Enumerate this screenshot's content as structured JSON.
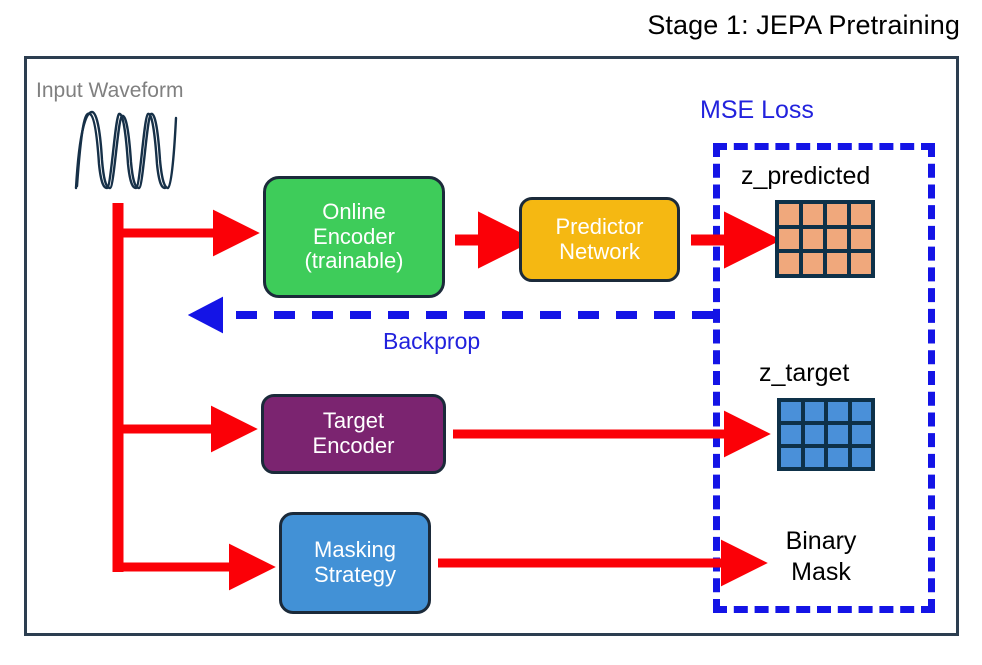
{
  "title": "Stage 1: JEPA Pretraining",
  "frame": {
    "border_color": "#2c3e50"
  },
  "input": {
    "label": "Input Waveform",
    "label_color": "#808080",
    "waveform_color": "#163048",
    "waveform_icon": "sine-waveform-icon"
  },
  "boxes": {
    "online_encoder": {
      "line1": "Online",
      "line2": "Encoder",
      "line3": "(trainable)",
      "color": "#3ecc5a"
    },
    "predictor_network": {
      "line1": "Predictor",
      "line2": "Network",
      "color": "#f5b812"
    },
    "target_encoder": {
      "line1": "Target",
      "line2": "Encoder",
      "color": "#7b2470"
    },
    "masking_strategy": {
      "line1": "Masking",
      "line2": "Strategy",
      "color": "#4291d6"
    }
  },
  "loss": {
    "label": "MSE Loss",
    "color": "#2222dd",
    "dash_color": "#1414e6"
  },
  "backprop": {
    "label": "Backprop",
    "color": "#2222dd",
    "arrow_direction": "left"
  },
  "outputs": {
    "z_predicted": {
      "label": "z_predicted",
      "cell_color": "#f0a87c",
      "grid_border_color": "#0e3149",
      "rows": 3,
      "cols": 4
    },
    "z_target": {
      "label": "z_target",
      "cell_color": "#4a90d9",
      "grid_border_color": "#0e3149",
      "rows": 3,
      "cols": 4
    },
    "binary_mask": {
      "line1": "Binary",
      "line2": "Mask"
    }
  },
  "flow": {
    "arrow_color": "#fb0007",
    "arrows": [
      "input-to-online-encoder",
      "input-to-target-encoder",
      "input-to-masking-strategy",
      "online-encoder-to-predictor",
      "predictor-to-z-predicted",
      "target-encoder-to-z-target",
      "masking-strategy-to-binary-mask"
    ]
  }
}
